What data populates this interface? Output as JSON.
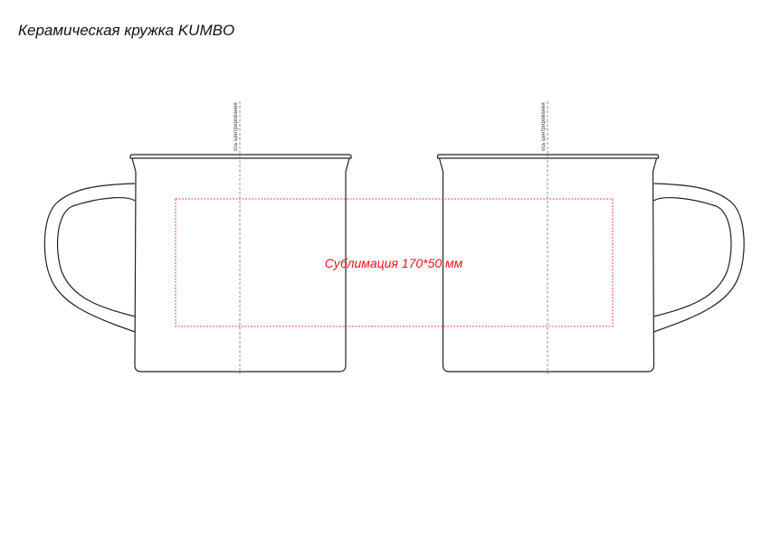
{
  "title": "Керамическая кружка KUMBO",
  "axis_label": "ось центрирования",
  "print_area_label": "Сублимация 170*50 мм",
  "colors": {
    "outline": "#222222",
    "print_area": "#e8141b",
    "axis": "#5a6a78"
  }
}
